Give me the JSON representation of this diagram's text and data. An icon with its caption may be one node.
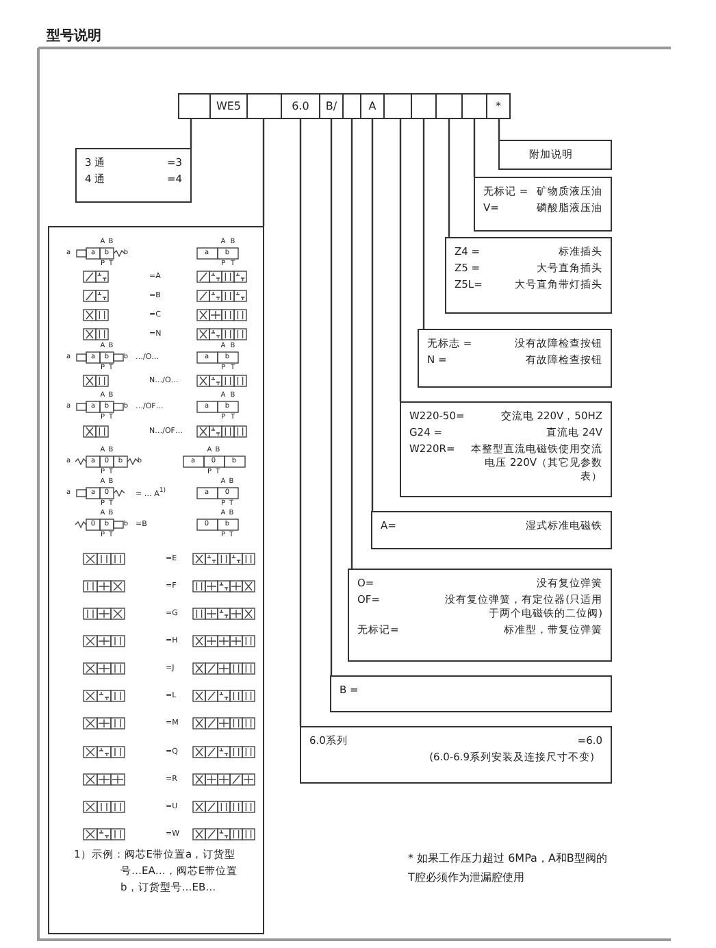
{
  "diagram": {
    "title": "型号说明",
    "nodes": [
      {
        "text": [],
        "shape": "box"
      },
      {
        "text": [
          "WE5"
        ]
      },
      {
        "text": [],
        "shape": "box"
      },
      {
        "text": [
          "6.0"
        ]
      },
      {
        "text": [
          "B/"
        ]
      },
      {
        "text": [],
        "shape": "box"
      },
      {
        "text": [
          "A"
        ]
      },
      {
        "text": [],
        "shape": "box"
      },
      {
        "text": [],
        "shape": "box"
      },
      {
        "text": [],
        "shape": "box"
      },
      {
        "text": [],
        "shape": "box"
      },
      {
        "text": [
          "*"
        ]
      },
      {
        "text": [
          "附加说明"
        ]
      },
      {
        "text": [
          "无标记 =",
          "矿物质液压油",
          "V=",
          "磷酸脂液压油"
        ]
      },
      {
        "text": [
          "Z4 =",
          "标准插头",
          "Z5 =",
          "大号直角插头",
          "Z5L=",
          "大号直角带灯插头"
        ]
      },
      {
        "text": [
          "无标志 =",
          "没有故障检查按钮",
          "N =",
          "有故障检查按钮"
        ]
      },
      {
        "text": [
          "W220-50=",
          "交流电 220V，50HZ",
          "G24 =",
          "直流电 24V",
          "W220R=",
          "本整型直流电磁铁使用交流电压 220V（其它见参数表）"
        ]
      },
      {
        "text": [
          "A=",
          "湿式标准电磁铁"
        ]
      },
      {
        "text": [
          "O=",
          "没有复位弹簧",
          "OF=",
          "没有复位弹簧，有定位器(只适用于两个电磁铁的二位阀)",
          "无标记=",
          "标准型，带复位弹簧"
        ]
      },
      {
        "text": [
          "B ="
        ]
      },
      {
        "text": [
          "6.0系列",
          "=6.0",
          "(6.0-6.9系列安装及连接尺寸不变)"
        ]
      },
      {
        "text": [
          "1）示例：阀芯E带位置a，订货型号…EA…，阀芯E带位置b，订货型号…EB…"
        ]
      },
      {
        "text": [
          "3 通",
          "=3",
          "4 通",
          "=4"
        ]
      }
    ],
    "edges": [
      {
        "from": 11,
        "to": 12,
        "arrow": "none"
      },
      {
        "from": 10,
        "to": 13,
        "arrow": "none"
      },
      {
        "from": 9,
        "to": 14,
        "arrow": "none"
      },
      {
        "from": 8,
        "to": 15,
        "arrow": "none"
      },
      {
        "from": 7,
        "to": 16,
        "arrow": "none"
      },
      {
        "from": 6,
        "to": 17,
        "arrow": "none"
      },
      {
        "from": 5,
        "to": 18,
        "arrow": "none"
      },
      {
        "from": 4,
        "to": 19,
        "arrow": "none"
      },
      {
        "from": 3,
        "to": 20,
        "arrow": "none"
      },
      {
        "from": 2,
        "to": 21,
        "arrow": "none"
      },
      {
        "from": 0,
        "to": 22,
        "arrow": "none"
      }
    ],
    "labels": [
      "a",
      "a",
      "b",
      "b",
      "A",
      "B",
      "P",
      "T",
      "a",
      "b",
      "A",
      "B",
      "P",
      "T",
      "=A",
      "=B",
      "=C",
      "=N",
      "a",
      "a",
      "b",
      "b",
      "A",
      "B",
      "P",
      "T",
      "…/O…",
      "a",
      "b",
      "A",
      "B",
      "P",
      "T",
      "N…/O…",
      "a",
      "a",
      "b",
      "b",
      "A",
      "B",
      "P",
      "T",
      "…/OF…",
      "a",
      "b",
      "A",
      "B",
      "P",
      "T",
      "N…/OF…",
      "a",
      "a",
      "0",
      "b",
      "b",
      "A",
      "B",
      "P",
      "T",
      "a",
      "0",
      "b",
      "A",
      "B",
      "P",
      "T",
      "a",
      "a",
      "0",
      "A",
      "B",
      "P",
      "T",
      "= … A$^{1)}$",
      "a",
      "0",
      "A",
      "B",
      "P",
      "T",
      "0",
      "b",
      "b",
      "A",
      "B",
      "P",
      "T",
      "=B",
      "0",
      "b",
      "A",
      "B",
      "P",
      "T",
      "=E",
      "=F",
      "=G",
      "=H",
      "=J",
      "=L",
      "=M",
      "=Q",
      "=R",
      "=U",
      "=W",
      "* 如果工作压力超过 6MPa，A和B型阀的T腔必须作为泄漏腔使用"
    ]
  }
}
